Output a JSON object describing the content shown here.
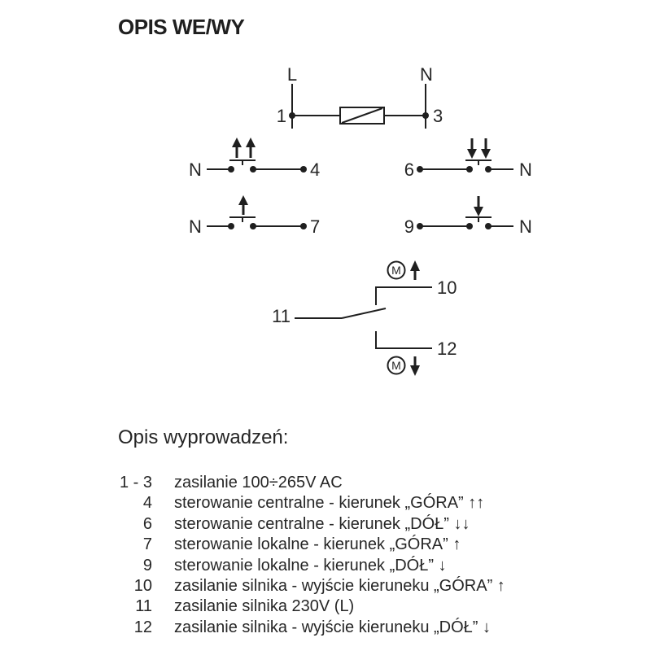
{
  "page": {
    "title": "OPIS WE/WY",
    "section_heading": "Opis wyprowadzeń:"
  },
  "colors": {
    "ink": "#1f1f1f",
    "background": "#ffffff"
  },
  "diagram": {
    "phase_label": "L",
    "neutral_top_label": "N",
    "terminal_1": "1",
    "terminal_3": "3",
    "terminal_4": "4",
    "terminal_6": "6",
    "terminal_7": "7",
    "terminal_9": "9",
    "terminal_10": "10",
    "terminal_11": "11",
    "terminal_12": "12",
    "neutral_row4": "N",
    "neutral_row6": "N",
    "neutral_row7": "N",
    "neutral_row9": "N",
    "motor_up_label": "M",
    "motor_down_label": "M"
  },
  "pin_descriptions": [
    {
      "pin": "1 - 3",
      "desc": "zasilanie 100÷265V AC"
    },
    {
      "pin": "4",
      "desc": "sterowanie centralne - kierunek „GÓRA” ↑↑"
    },
    {
      "pin": "6",
      "desc": "sterowanie centralne - kierunek „DÓŁ” ↓↓"
    },
    {
      "pin": "7",
      "desc": "sterowanie lokalne - kierunek „GÓRA” ↑"
    },
    {
      "pin": "9",
      "desc": "sterowanie lokalne - kierunek „DÓŁ” ↓"
    },
    {
      "pin": "10",
      "desc": "zasilanie silnika - wyjście kieruneku „GÓRA” ↑"
    },
    {
      "pin": "11",
      "desc": "zasilanie silnika 230V (L)"
    },
    {
      "pin": "12",
      "desc": "zasilanie silnika - wyjście kieruneku „DÓŁ” ↓"
    }
  ]
}
